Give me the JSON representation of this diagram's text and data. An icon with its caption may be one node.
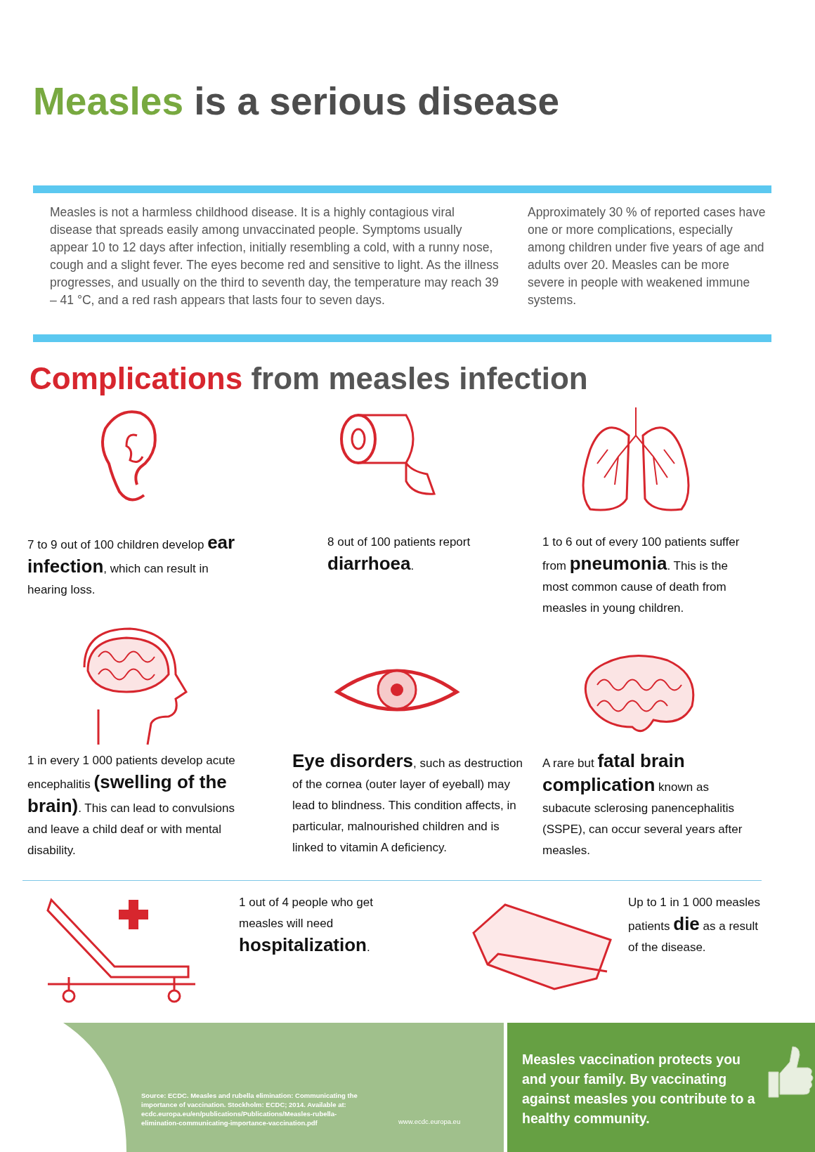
{
  "diagram": {
    "title": "Measles is a serious disease",
    "labels": [
      "Measles is not a harmless childhood disease. It is a highly contagious viral disease that spreads easily among unvaccinated people. Symptoms usually appear 10 to 12 days after infection, initially resembling a cold, with a runny nose, cough and a slight fever. The eyes become red and sensitive to light. As the illness progresses, and usually on the third to seventh day, the temperature may reach 39 – 41 °C, and a red rash appears that lasts four to seven days.",
      "Approximately 30 % of reported cases have one or more complications, especially among children under five years of age and adults over 20. Measles can be more severe in people with weakened immune systems.",
      "Complications from measles infection",
      "7 to 9 out of 100 children develop **ear infection**, which can result in hearing loss.",
      "8 out of 100 patients report **diarrhoea**.",
      "1 to 6 out of every 100 patients suffer from **pneumonia**. This is the most common cause of death from measles in young children.",
      "1 in every 1 000 patients develop acute encephalitis **(swelling of the brain)**. This can lead to convulsions and leave a child deaf or with mental disability.",
      "**Eye disorders**, such as destruction of the cornea (outer layer of eyeball) may lead to blindness. This condition affects, in particular, malnourished children and is linked to vitamin A deficiency.",
      "A rare but **fatal brain complication** known as subacute sclerosing panencephalitis (SSPE),  can occur several years after measles.",
      "1 out of 4 people who get measles will need **hospitalization**.",
      "Up to 1 in 1 000 measles patients **die** as a result of the disease.",
      "Source: ECDC. Measles and rubella elimination: Communicating the importance of vaccination. Stockholm: ECDC; 2014. Available at: ecdc.europa.eu/en/publications/Publications/Measles-rubella-elimination-communicating-importance-vaccination.pdf",
      "www.ecdc.europa.eu",
      "Measles vaccination protects you and your family. By vaccinating against measles you contribute to a healthy community."
    ]
  }
}
